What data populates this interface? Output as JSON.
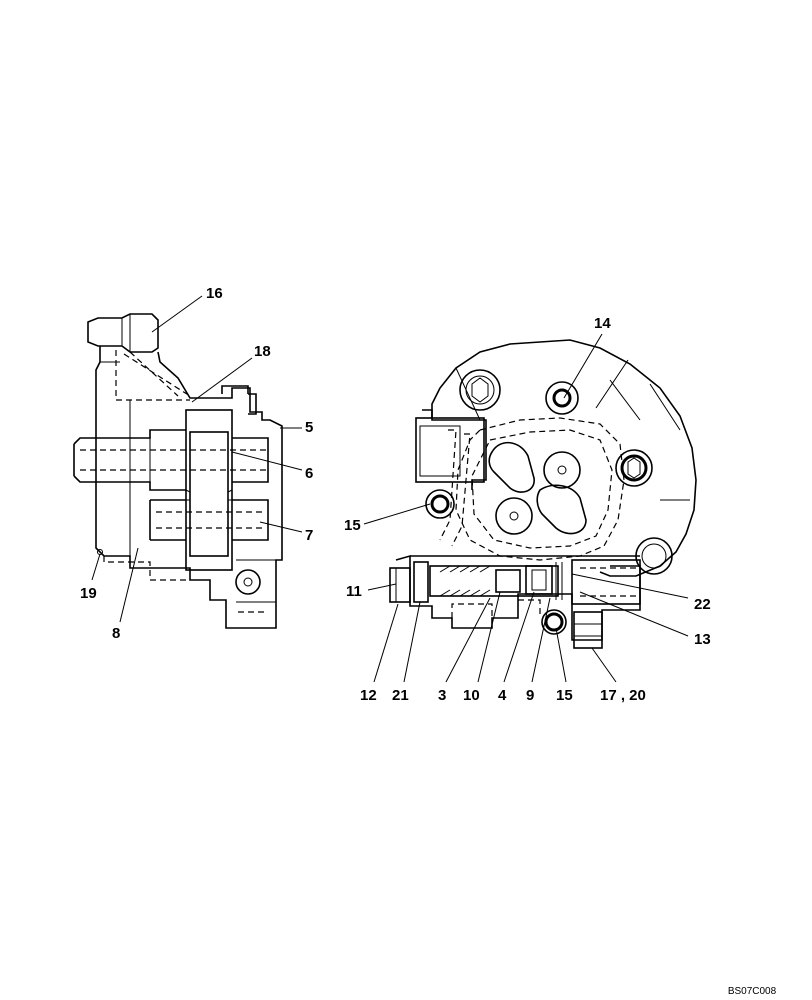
{
  "callouts": [
    {
      "id": "c16",
      "text": "16"
    },
    {
      "id": "c18",
      "text": "18"
    },
    {
      "id": "c5",
      "text": "5"
    },
    {
      "id": "c6",
      "text": "6"
    },
    {
      "id": "c7",
      "text": "7"
    },
    {
      "id": "c19",
      "text": "19"
    },
    {
      "id": "c8",
      "text": "8"
    },
    {
      "id": "c14",
      "text": "14"
    },
    {
      "id": "c15a",
      "text": "15"
    },
    {
      "id": "c11",
      "text": "11"
    },
    {
      "id": "c22",
      "text": "22"
    },
    {
      "id": "c13",
      "text": "13"
    },
    {
      "id": "c12",
      "text": "12"
    },
    {
      "id": "c21",
      "text": "21"
    },
    {
      "id": "c3",
      "text": "3"
    },
    {
      "id": "c10",
      "text": "10"
    },
    {
      "id": "c4",
      "text": "4"
    },
    {
      "id": "c9",
      "text": "9"
    },
    {
      "id": "c15b",
      "text": "15"
    },
    {
      "id": "c1720",
      "text": "17 , 20"
    }
  ],
  "drawing_code": "BS07C008"
}
